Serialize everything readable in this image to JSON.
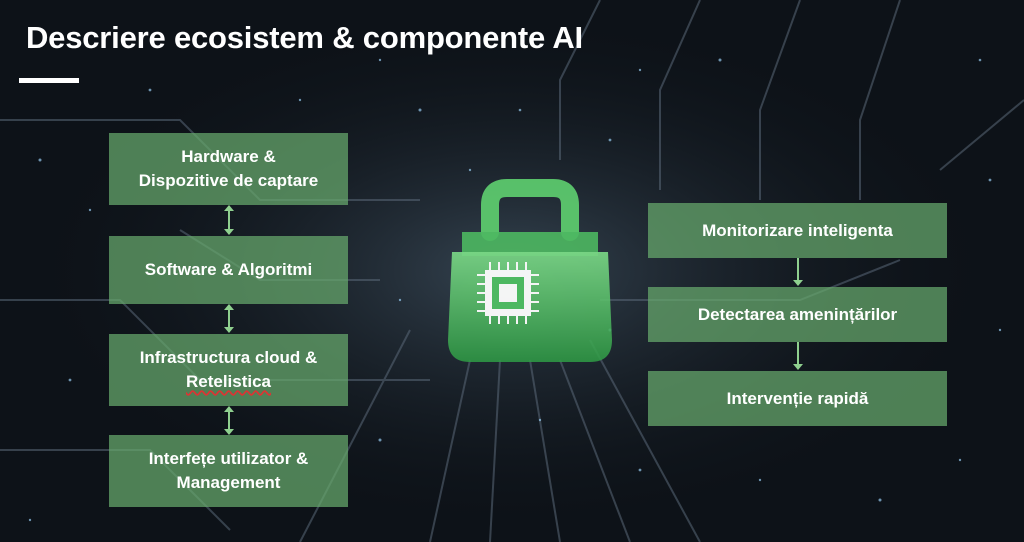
{
  "slide": {
    "title": "Descriere ecosistem & componente AI",
    "left_column": [
      {
        "line1": "Hardware &",
        "line2": "Dispozitive de captare"
      },
      {
        "line1": "Software & Algoritmi",
        "line2": ""
      },
      {
        "line1": "Infrastructura cloud &",
        "line2": "Retelistica"
      },
      {
        "line1": "Interfețe utilizator &",
        "line2": "Management"
      }
    ],
    "right_column": [
      {
        "label": "Monitorizare inteligenta"
      },
      {
        "label": "Detectarea amenințărilor"
      },
      {
        "label": "Intervenție rapidă"
      }
    ],
    "colors": {
      "box_fill": "#68aa6e",
      "lock_green": "#4fbf63",
      "background": "#0b0f14"
    },
    "icons": [
      "padlock-chip-icon"
    ]
  }
}
